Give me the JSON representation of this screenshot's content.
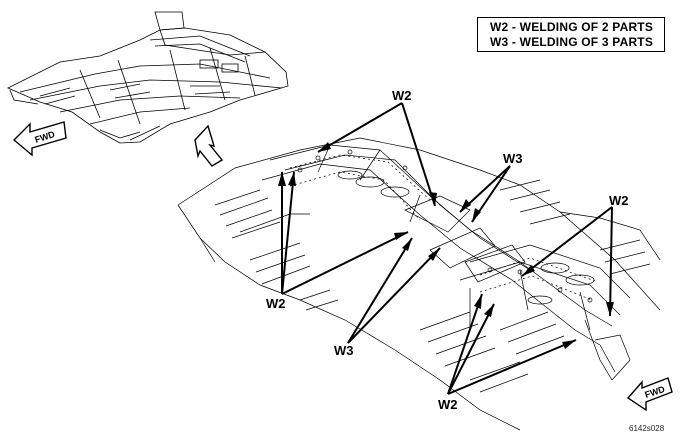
{
  "legend": {
    "w2": "W2 - WELDING OF 2 PARTS",
    "w3": "W3 - WELDING OF 3 PARTS"
  },
  "callouts": {
    "w2_top": "W2",
    "w3_top": "W3",
    "w2_right": "W2",
    "w2_left": "W2",
    "w3_bottom": "W3",
    "w2_bottom": "W2"
  },
  "fwd_top": "FWD",
  "fwd_bottom": "FWD",
  "figure_id": "6142s028"
}
